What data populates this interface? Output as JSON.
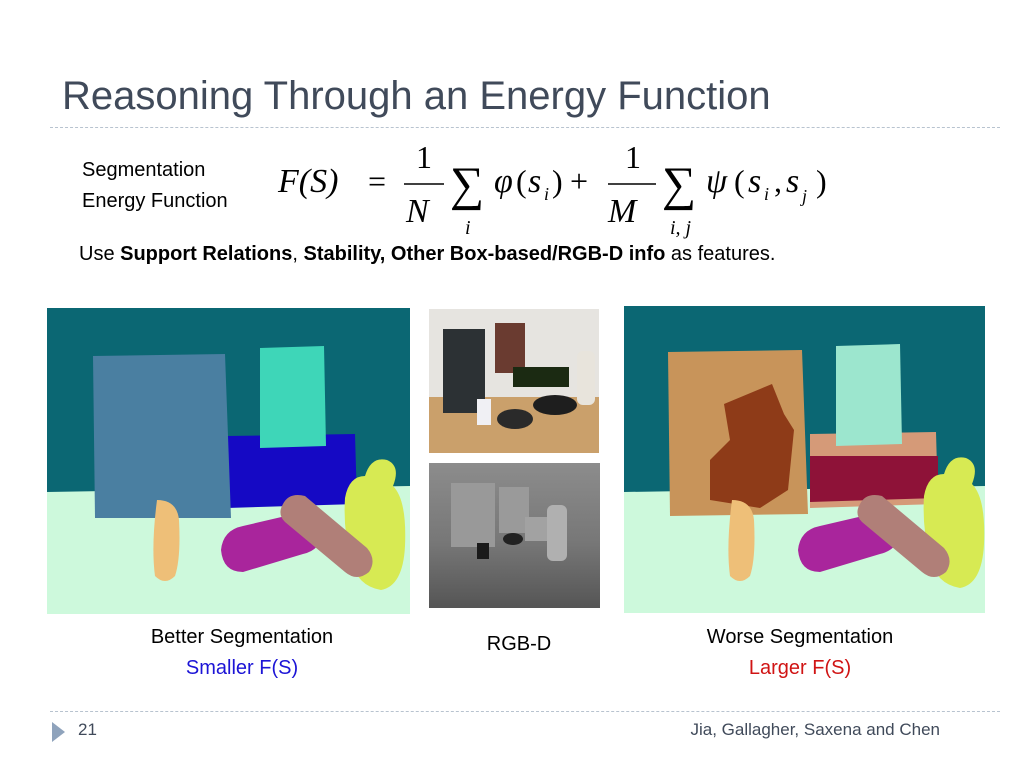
{
  "slide": {
    "title": "Reasoning Through an Energy Function",
    "page_number": "21",
    "authors": "Jia, Gallagher, Saxena and Chen"
  },
  "formula": {
    "label_line1": "Segmentation",
    "label_line2": "Energy Function",
    "lhs": "F(S)",
    "equals": "=",
    "one": "1",
    "N": "N",
    "M": "M",
    "sum": "∑",
    "phi": "φ",
    "psi": "ψ",
    "s": "s",
    "i": "i",
    "j": "j",
    "ij": "i, j",
    "plus": "+"
  },
  "features": {
    "prefix": "Use ",
    "bold1": "Support Relations",
    "sep1": ", ",
    "bold2": "Stability, Other Box-based/RGB-D info",
    "suffix": " as features."
  },
  "captions": {
    "better_title": "Better Segmentation",
    "better_sub": "Smaller F(S)",
    "rgbd": "RGB-D",
    "worse_title": "Worse Segmentation",
    "worse_sub": "Larger F(S)"
  },
  "colors": {
    "title": "#404a5a",
    "better_sub": "#1c14d6",
    "worse_sub": "#d01414",
    "bg_wall": "#0b6773",
    "bg_floor": "#cdf9dc"
  }
}
